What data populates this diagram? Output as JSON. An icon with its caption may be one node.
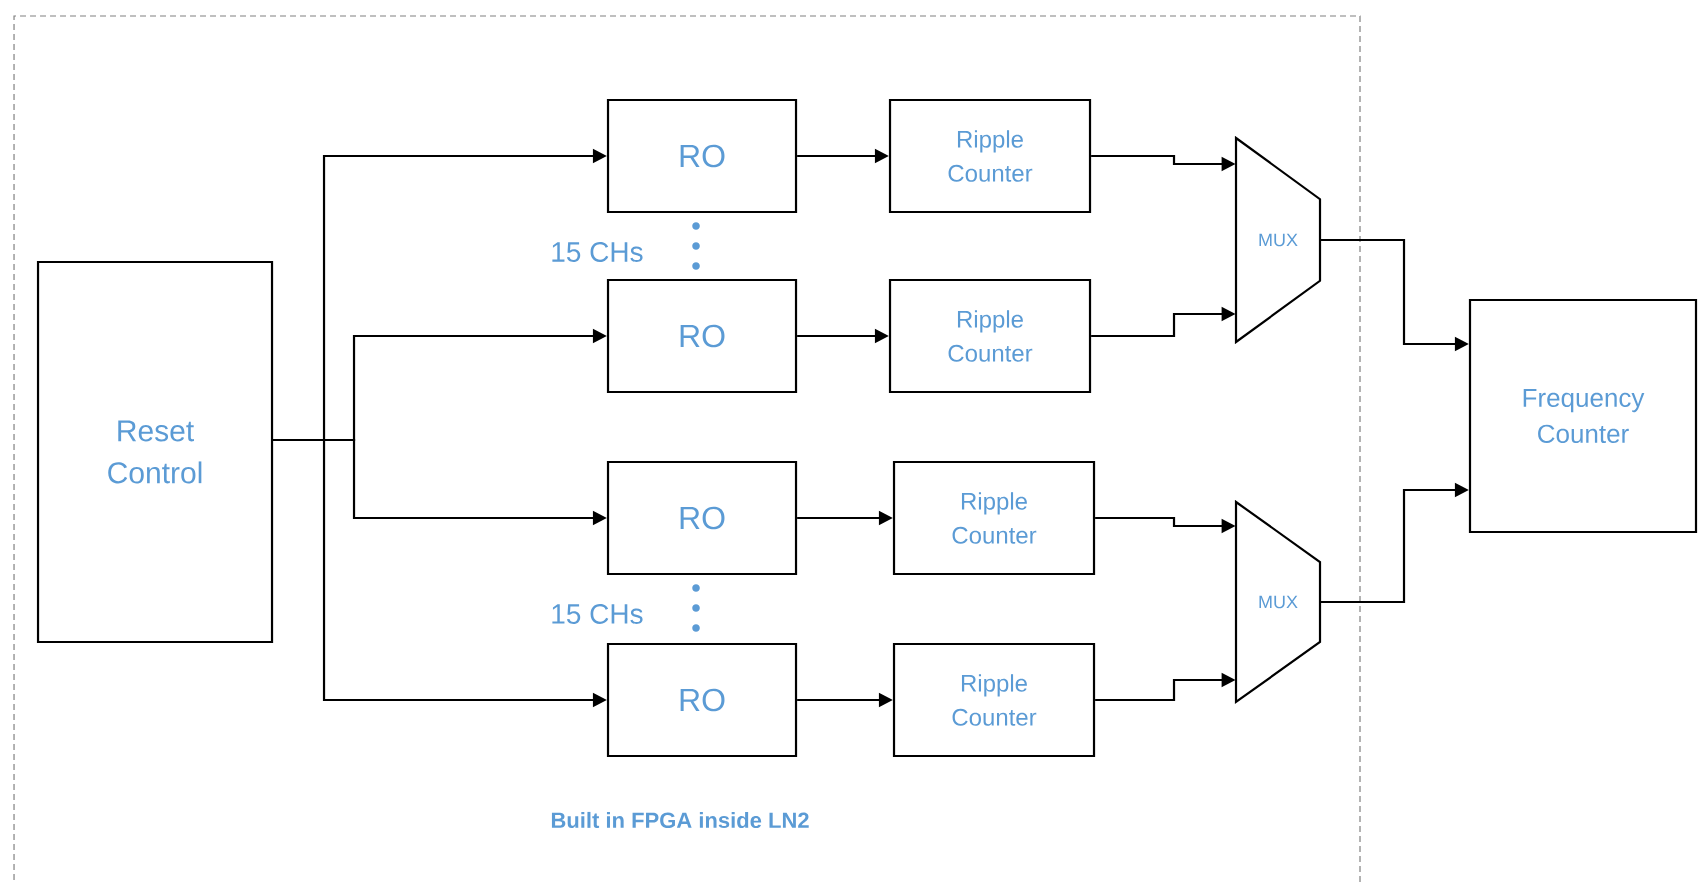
{
  "diagram": {
    "nodes": [
      {
        "text": [
          "Built in FPGA inside LN2"
        ]
      },
      {
        "text": [
          "Reset Control"
        ],
        "in": 0
      },
      {
        "text": [
          "RO"
        ],
        "in": 0
      },
      {
        "text": [
          "Ripple Counter"
        ],
        "in": 0
      },
      {
        "text": [
          "MUX"
        ],
        "in": 0
      },
      {
        "text": [
          "RO"
        ],
        "in": 0
      },
      {
        "text": [
          "Ripple Counter"
        ],
        "in": 0
      },
      {
        "text": [
          "Frequency Counter"
        ]
      },
      {
        "text": [
          "RO"
        ],
        "in": 0
      },
      {
        "text": [
          "Ripple Counter"
        ],
        "in": 0
      },
      {
        "text": [
          "MUX"
        ],
        "in": 0
      },
      {
        "text": [
          "RO"
        ],
        "in": 0
      },
      {
        "text": [
          "Ripple Counter"
        ],
        "in": 0
      }
    ],
    "edges": [
      {
        "from": 1,
        "to": 2,
        "arrow": "to"
      },
      {
        "from": 1,
        "to": 5,
        "arrow": "to"
      },
      {
        "from": 1,
        "to": 8,
        "arrow": "to"
      },
      {
        "from": 1,
        "to": 11,
        "arrow": "to"
      },
      {
        "from": 2,
        "to": 3,
        "arrow": "to"
      },
      {
        "from": 5,
        "to": 6,
        "arrow": "to"
      },
      {
        "from": 8,
        "to": 9,
        "arrow": "to"
      },
      {
        "from": 11,
        "to": 12,
        "arrow": "to"
      },
      {
        "from": 3,
        "to": 4,
        "arrow": "to"
      },
      {
        "from": 6,
        "to": 4,
        "arrow": "to"
      },
      {
        "from": 9,
        "to": 10,
        "arrow": "to"
      },
      {
        "from": 12,
        "to": 10,
        "arrow": "to"
      },
      {
        "from": 4,
        "to": 7,
        "arrow": "to"
      },
      {
        "from": 10,
        "to": 7,
        "arrow": "to"
      }
    ],
    "labels": [
      "15 CHs",
      "15 CHs"
    ]
  }
}
